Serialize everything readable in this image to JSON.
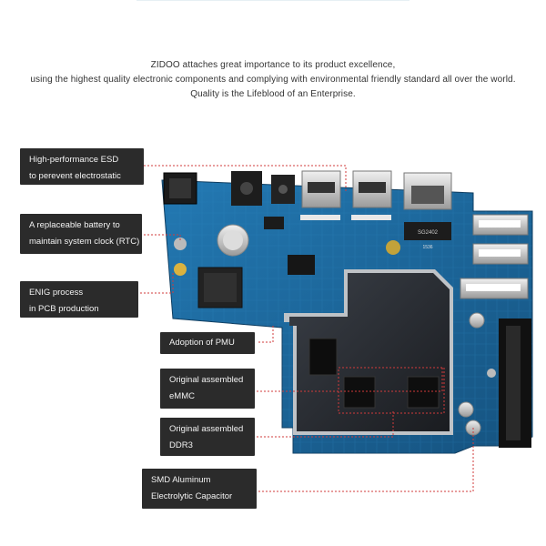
{
  "intro": {
    "line1": "ZIDOO attaches great importance to its product excellence,",
    "line2": "using the highest quality electronic components and complying with environmental friendly standard all over the world.",
    "line3": "Quality is the Lifeblood of an Enterprise."
  },
  "callouts": [
    {
      "line1": "High-performance ESD",
      "line2": "to perevent electrostatic"
    },
    {
      "line1": "A replaceable battery to",
      "line2": "maintain system clock (RTC)"
    },
    {
      "line1": "ENIG process",
      "line2": "in PCB production"
    },
    {
      "line1": "Adoption of PMU",
      "line2": ""
    },
    {
      "line1": "Original assembled",
      "line2": "eMMC"
    },
    {
      "line1": "Original assembled",
      "line2": "DDR3"
    },
    {
      "line1": "SMD Aluminum",
      "line2": "Electrolytic Capacitor"
    }
  ],
  "board_labels": {
    "chip": "SG2402",
    "chip_code": "1536"
  },
  "colors": {
    "pcb": "#1f6fa5",
    "pcb_dark": "#16507a",
    "shield": "#2a2d33",
    "callout_bg": "#2b2b2b",
    "leader": "#d23b3b"
  }
}
